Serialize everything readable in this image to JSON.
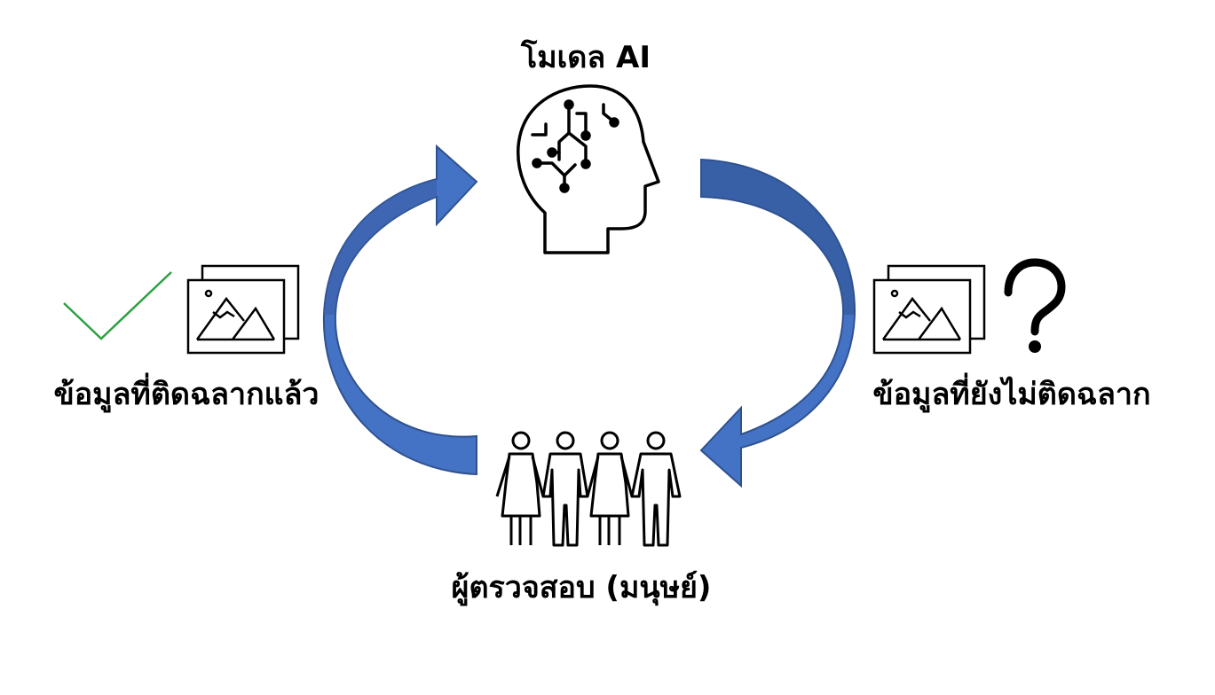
{
  "diagram": {
    "model_label": "โมเดล AI",
    "labeled_data_label": "ข้อมูลที่ติดฉลากแล้ว",
    "unlabeled_data_label": "ข้อมูลที่ยังไม่ติดฉลาก",
    "human_reviewer_label": "ผู้ตรวจสอบ (มนุษย์)"
  },
  "colors": {
    "arrow_fill": "#4472C4",
    "arrow_dark": "#2F528F",
    "check_mark": "#2EA043",
    "icon_stroke": "#000000"
  },
  "icons": {
    "model": "ai-brain-head-icon",
    "labeled_images": "image-stack-icon",
    "check": "check-mark-icon",
    "unlabeled_images": "image-stack-icon",
    "question": "question-mark-icon",
    "humans": "people-group-icon"
  }
}
